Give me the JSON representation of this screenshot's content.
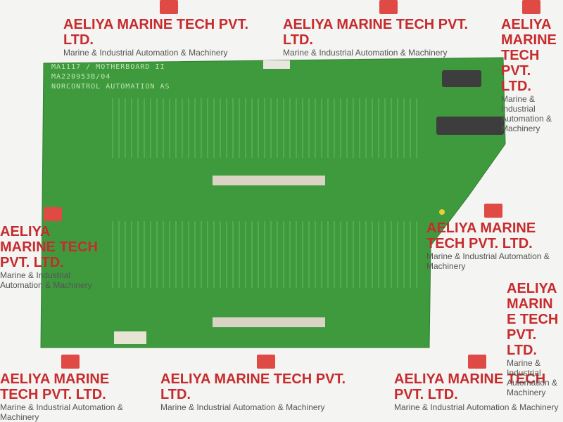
{
  "watermark": {
    "title": "AELIYA MARINE TECH PVT. LTD.",
    "subtitle": "Marine & Industrial Automation & Machinery"
  },
  "board": {
    "line1": "MA1117 / MOTHERBOARD II",
    "line2": "MA220953B/04",
    "line3": "NORCONTROL AUTOMATION AS",
    "color": "#3f9a3e"
  }
}
